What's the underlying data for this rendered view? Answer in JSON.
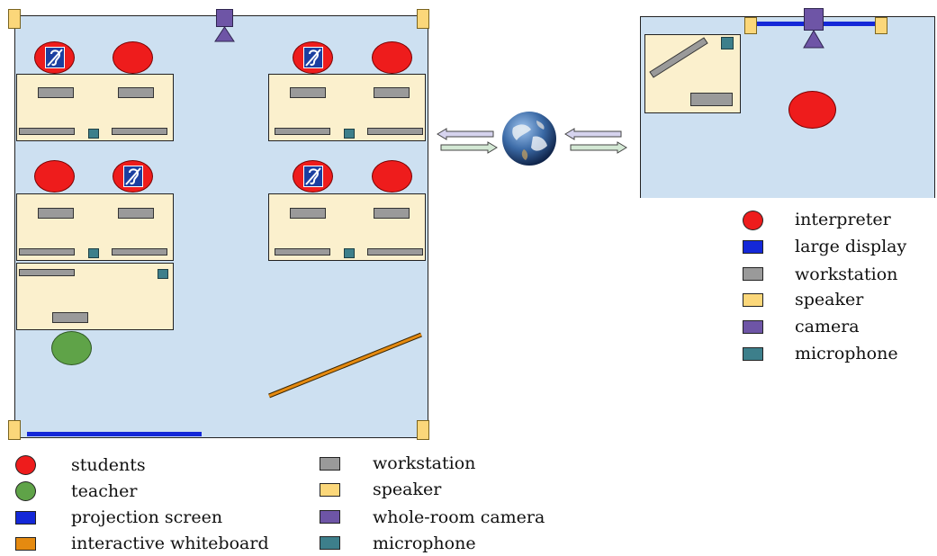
{
  "colors": {
    "room": "#cde0f1",
    "desk": "#fbf0cd",
    "student": "#ee1c1c",
    "teacher": "#5fa348",
    "projection_screen": "#1428d8",
    "whiteboard": "#e58a10",
    "workstation": "#9a9a9a",
    "speaker": "#fbd77a",
    "camera": "#6e55a6",
    "microphone": "#3d7f8b",
    "large_display": "#1428d8"
  },
  "icons": {
    "hearing_assistance": "hearing-assistance-icon",
    "network": "globe-icon"
  },
  "classroom_legend": [
    {
      "label": "students",
      "swatch": "circle",
      "color": "#ee1c1c"
    },
    {
      "label": "teacher",
      "swatch": "circle",
      "color": "#5fa348"
    },
    {
      "label": "projection screen",
      "swatch": "rect",
      "color": "#1428d8"
    },
    {
      "label": "interactive whiteboard",
      "swatch": "rect",
      "color": "#e58a10"
    },
    {
      "label": "workstation",
      "swatch": "rect",
      "color": "#9a9a9a"
    },
    {
      "label": "speaker",
      "swatch": "rect",
      "color": "#fbd77a"
    },
    {
      "label": "whole-room camera",
      "swatch": "rect",
      "color": "#6e55a6"
    },
    {
      "label": "microphone",
      "swatch": "rect",
      "color": "#3d7f8b"
    }
  ],
  "remote_legend": [
    {
      "label": "interpreter",
      "swatch": "circle",
      "color": "#ee1c1c"
    },
    {
      "label": "large display",
      "swatch": "rect",
      "color": "#1428d8"
    },
    {
      "label": "workstation",
      "swatch": "rect",
      "color": "#9a9a9a"
    },
    {
      "label": "speaker",
      "swatch": "rect",
      "color": "#fbd77a"
    },
    {
      "label": "camera",
      "swatch": "rect",
      "color": "#6e55a6"
    },
    {
      "label": "microphone",
      "swatch": "rect",
      "color": "#3d7f8b"
    }
  ]
}
